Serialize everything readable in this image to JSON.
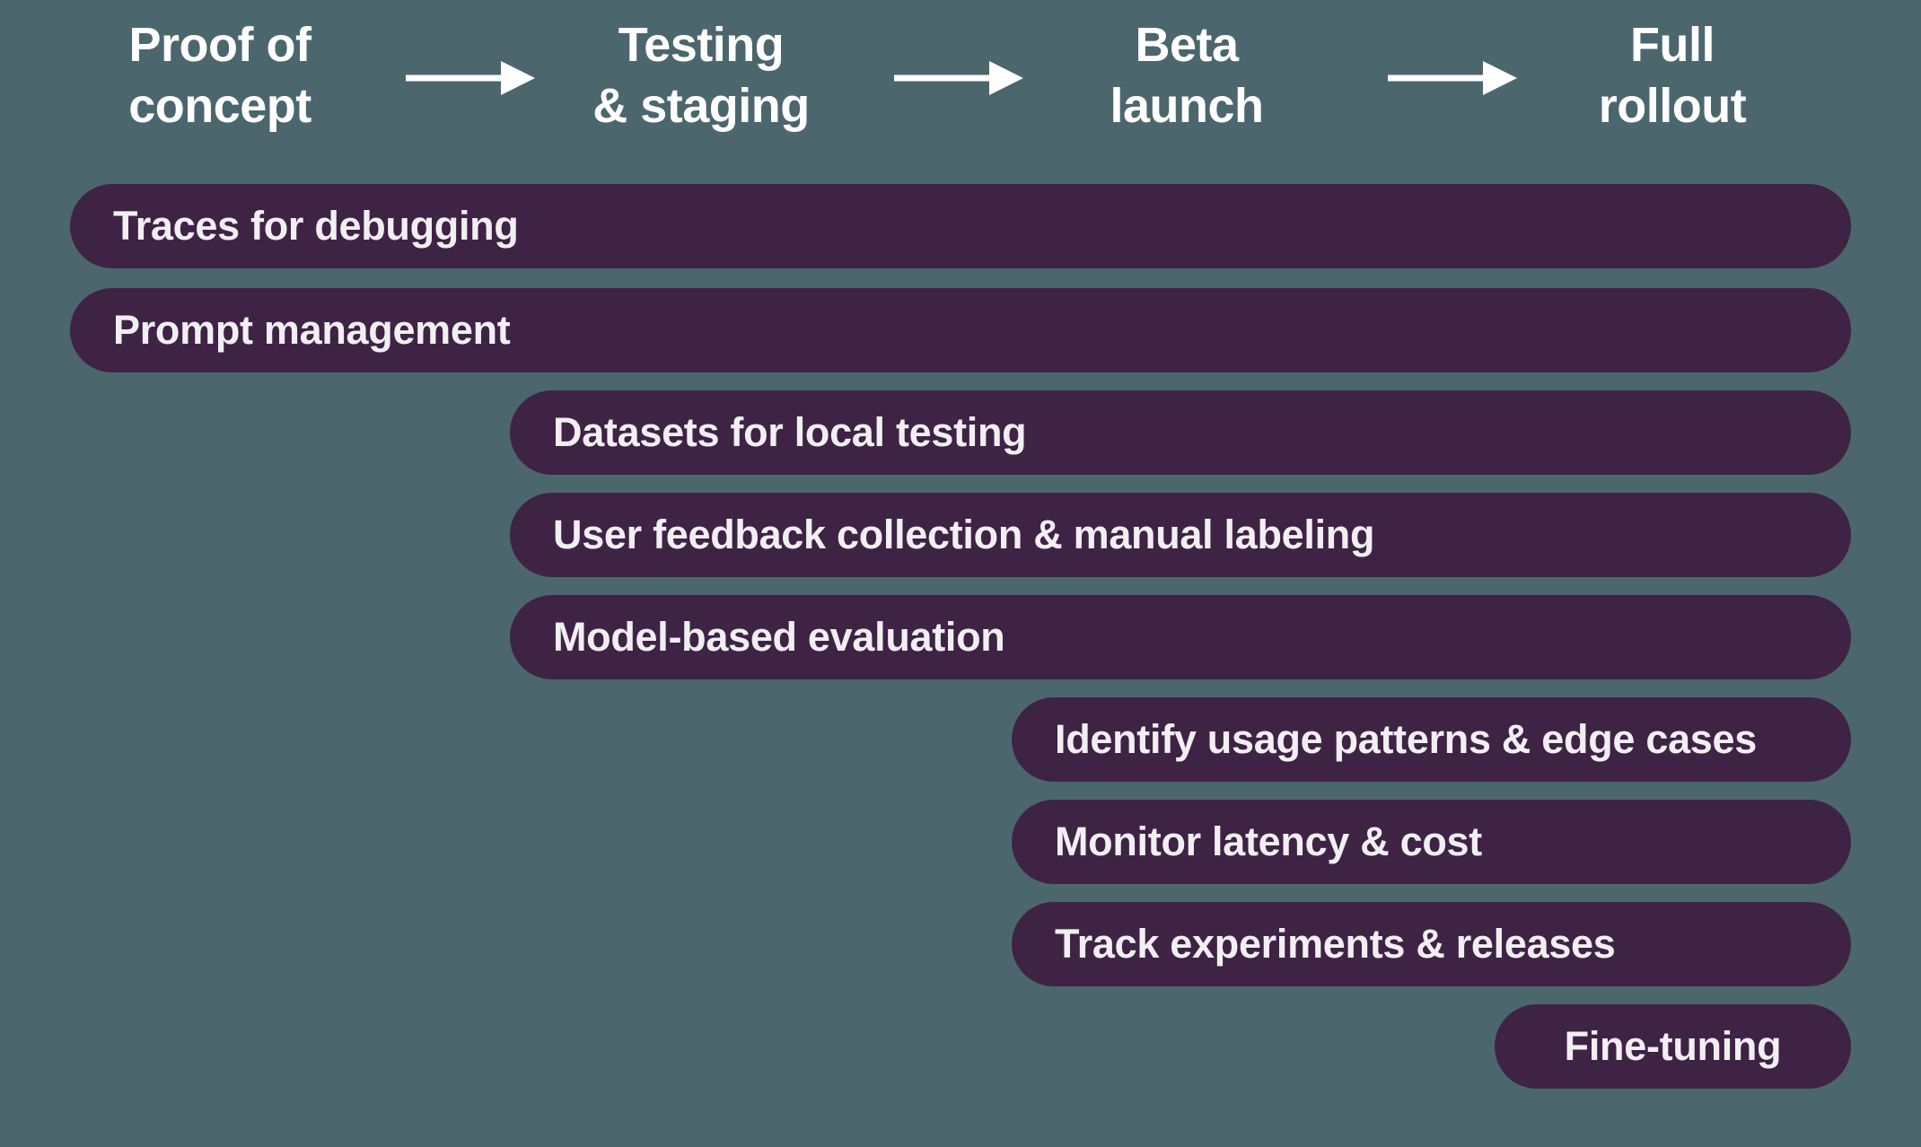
{
  "theme": {
    "background": "#4C666D",
    "bar-color": "#3E2345",
    "bar-text-color": "#F2EFF2",
    "header-text-color": "#FFFFFF"
  },
  "phases": [
    {
      "line1": "Proof of",
      "line2": "concept"
    },
    {
      "line1": "Testing",
      "line2": "& staging"
    },
    {
      "line1": "Beta",
      "line2": "launch"
    },
    {
      "line1": "Full",
      "line2": "rollout"
    }
  ],
  "bars": [
    {
      "label": "Traces for debugging"
    },
    {
      "label": "Prompt management"
    },
    {
      "label": "Datasets for local testing"
    },
    {
      "label": "User feedback collection & manual labeling"
    },
    {
      "label": "Model-based evaluation"
    },
    {
      "label": "Identify usage patterns & edge cases"
    },
    {
      "label": "Monitor latency & cost"
    },
    {
      "label": "Track experiments & releases"
    },
    {
      "label": "Fine-tuning"
    }
  ]
}
